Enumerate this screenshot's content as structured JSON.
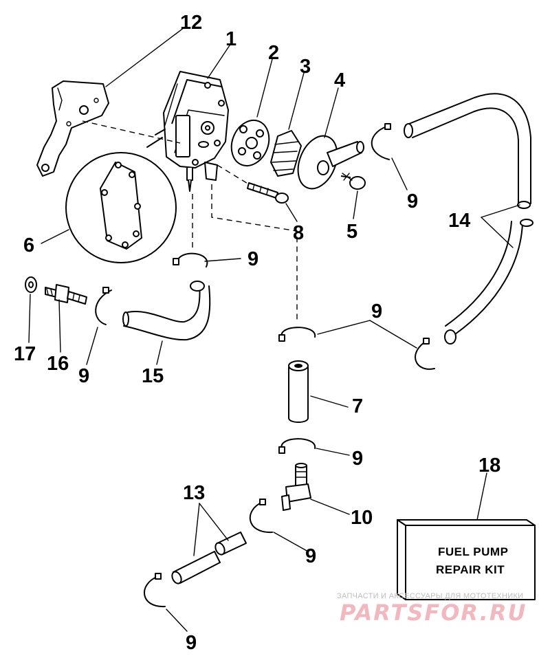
{
  "callouts": [
    {
      "id": "c1",
      "text": "1"
    },
    {
      "id": "c2",
      "text": "2"
    },
    {
      "id": "c3",
      "text": "3"
    },
    {
      "id": "c4",
      "text": "4"
    },
    {
      "id": "c5",
      "text": "5"
    },
    {
      "id": "c6",
      "text": "6"
    },
    {
      "id": "c7",
      "text": "7"
    },
    {
      "id": "c8",
      "text": "8"
    },
    {
      "id": "c9a",
      "text": "9"
    },
    {
      "id": "c9b",
      "text": "9"
    },
    {
      "id": "c9c",
      "text": "9"
    },
    {
      "id": "c9d",
      "text": "9"
    },
    {
      "id": "c9e",
      "text": "9"
    },
    {
      "id": "c9f",
      "text": "9"
    },
    {
      "id": "c9g",
      "text": "9"
    },
    {
      "id": "c10",
      "text": "10"
    },
    {
      "id": "c12",
      "text": "12"
    },
    {
      "id": "c13",
      "text": "13"
    },
    {
      "id": "c14",
      "text": "14"
    },
    {
      "id": "c15",
      "text": "15"
    },
    {
      "id": "c16",
      "text": "16"
    },
    {
      "id": "c17",
      "text": "17"
    },
    {
      "id": "c18",
      "text": "18"
    }
  ],
  "repair_kit": {
    "line1": "FUEL PUMP",
    "line2": "REPAIR KIT"
  },
  "watermark": {
    "caption": "ЗАПЧАСТИ И АКСЕССУАРЫ ДЛЯ МОТОТЕХНИКИ",
    "logo": "PARTSFOR.RU",
    "logo_color": "#f2b8bf"
  }
}
